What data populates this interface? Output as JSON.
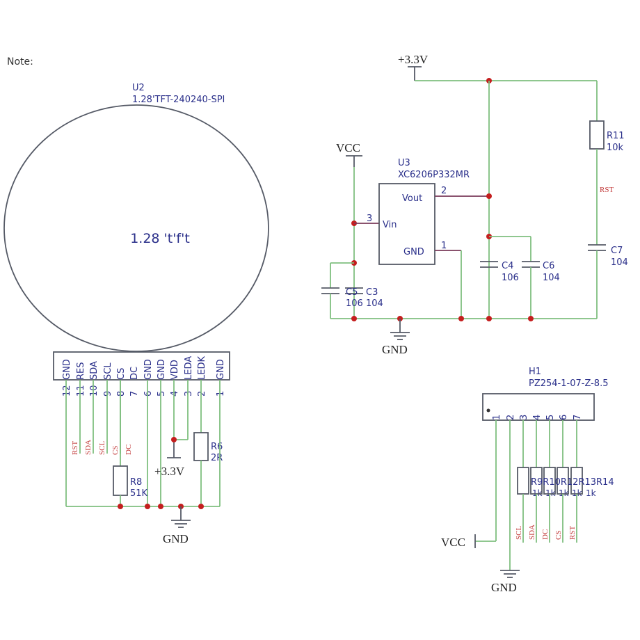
{
  "note": "Note:",
  "display": {
    "ref": "U2",
    "part": "1.28'TFT-240240-SPI",
    "center_text": "1.28  't'f't",
    "pin_names": [
      "GND",
      "RES",
      "SDA",
      "SCL",
      "CS",
      "DC",
      "GND",
      "GND",
      "VDD",
      "LEDA",
      "LEDK",
      "GND"
    ],
    "pin_numbers": [
      "12",
      "11",
      "10",
      "9",
      "8",
      "7",
      "6",
      "5",
      "4",
      "3",
      "2",
      "1"
    ],
    "nets": [
      "RST",
      "SDA",
      "SCL",
      "CS",
      "DC"
    ],
    "r6_ref": "R6",
    "r6_val": "2R",
    "r8_ref": "R8",
    "r8_val": "51K",
    "supply": "+3.3V",
    "gnd": "GND"
  },
  "regulator": {
    "ref": "U3",
    "part": "XC6206P332MR",
    "vin": "Vin",
    "vout": "Vout",
    "gnd_pin": "GND",
    "pin_vin": "3",
    "pin_vout": "2",
    "pin_gnd": "1",
    "vcc": "VCC",
    "supply": "+3.3V",
    "gnd": "GND",
    "c5_ref": "C5",
    "c5_val": "106",
    "c3_ref": "C3",
    "c3_val": "104",
    "c4_ref": "C4",
    "c4_val": "106",
    "c6_ref": "C6",
    "c6_val": "104",
    "r11_ref": "R11",
    "r11_val": "10k",
    "rst_net": "RST",
    "c7_ref": "C7",
    "c7_val": "104"
  },
  "header": {
    "ref": "H1",
    "part": "PZ254-1-07-Z-8.5",
    "pin_numbers": [
      "1",
      "2",
      "3",
      "4",
      "5",
      "6",
      "7"
    ],
    "res_refs": [
      "R9",
      "R10",
      "R12",
      "R13",
      "R14"
    ],
    "res_refs_text": "R9R10R12R13R14",
    "res_val": "1k",
    "nets": [
      "SCL",
      "SDA",
      "DC",
      "CS",
      "RST"
    ],
    "vcc": "VCC",
    "gnd": "GND"
  }
}
